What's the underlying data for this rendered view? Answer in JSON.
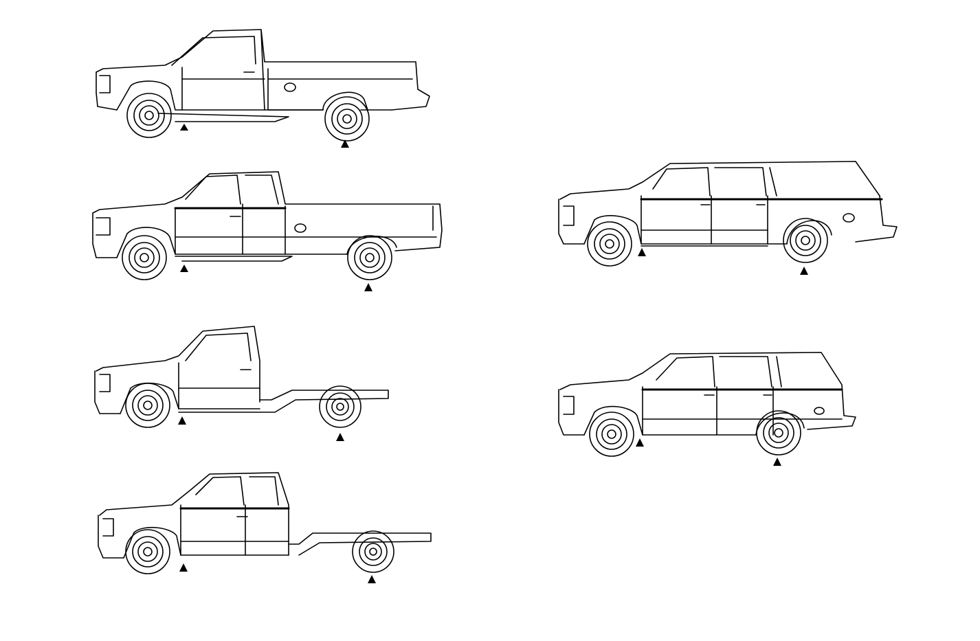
{
  "figure": {
    "background": "#ffffff",
    "line_color": "#000000",
    "marker": "lift-point-triangle",
    "vehicles": [
      {
        "id": "regular-cab-pickup",
        "markers": 2
      },
      {
        "id": "extended-cab-pickup",
        "markers": 2
      },
      {
        "id": "regular-cab-chassis",
        "markers": 2
      },
      {
        "id": "extended-cab-chassis",
        "markers": 2
      },
      {
        "id": "suburban-long-suv",
        "markers": 2
      },
      {
        "id": "tahoe-4door-suv",
        "markers": 2
      }
    ]
  }
}
